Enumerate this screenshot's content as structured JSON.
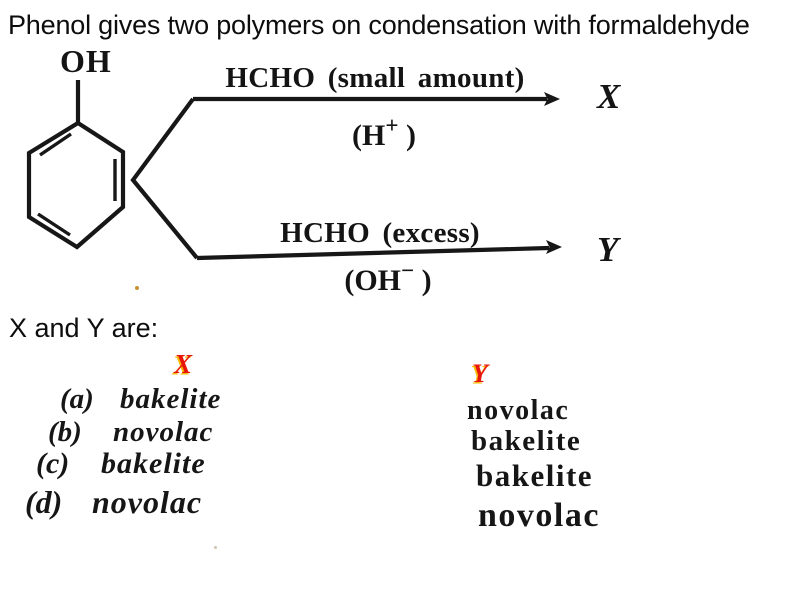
{
  "palette": {
    "background": "#ffffff",
    "ink": "#161616",
    "accent_red": "#e8150d",
    "accent_yellow": "#f6b800"
  },
  "question": {
    "title": "Phenol gives two polymers on condensation with formaldehyde",
    "prompt": "X and Y are:"
  },
  "reaction": {
    "hydroxyl_label": "OH",
    "top_path": {
      "reagent": "HCHO (small amount)",
      "condition_pre": "(H",
      "condition_sup": "+",
      "condition_post": " )",
      "product": "X"
    },
    "bottom_path": {
      "reagent": "HCHO (excess)",
      "condition_pre": "(OH",
      "condition_sup": "−",
      "condition_post": " )",
      "product": "Y"
    }
  },
  "choices": {
    "x_header": "X",
    "y_header": "Y",
    "options": [
      {
        "label": "(a)",
        "x": "bakelite",
        "y": "novolac"
      },
      {
        "label": "(b)",
        "x": "novolac",
        "y": "bakelite"
      },
      {
        "label": "(c)",
        "x": "bakelite",
        "y": "bakelite"
      },
      {
        "label": "(d)",
        "x": "novolac",
        "y": "novolac"
      }
    ]
  }
}
